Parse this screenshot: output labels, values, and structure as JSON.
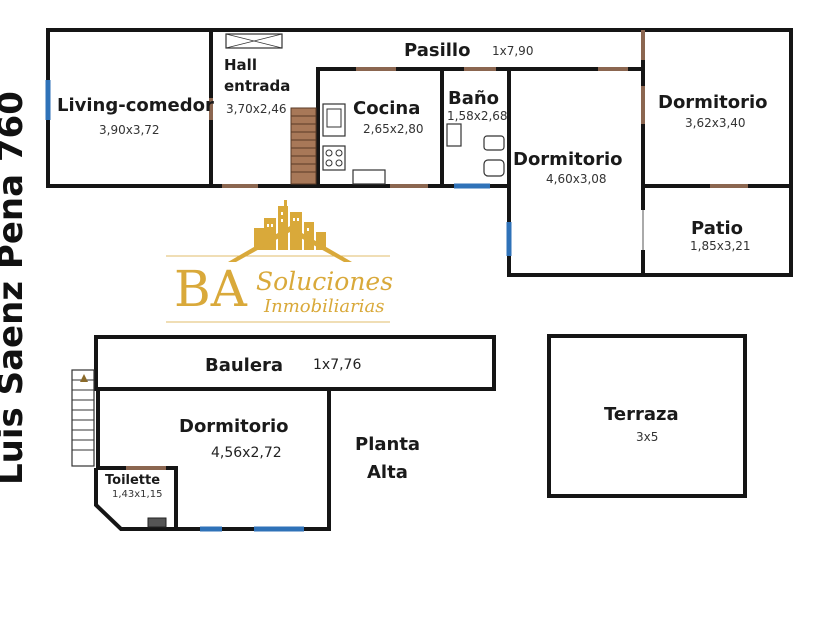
{
  "street_label": "Luis Saenz Pena 760",
  "logo": {
    "initials": "BA",
    "line1": "Soluciones",
    "line2": "Inmobiliarias"
  },
  "rooms": {
    "living": {
      "name": "Living-comedor",
      "dims": "3,90x3,72"
    },
    "hall": {
      "name_line1": "Hall",
      "name_line2": "entrada",
      "dims": "3,70x2,46"
    },
    "pasillo": {
      "name": "Pasillo",
      "dims": "1x7,90"
    },
    "cocina": {
      "name": "Cocina",
      "dims": "2,65x2,80"
    },
    "bano": {
      "name": "Baño",
      "dims": "1,58x2,68"
    },
    "dormitorio_center": {
      "name": "Dormitorio",
      "dims": "4,60x3,08"
    },
    "dormitorio_right": {
      "name": "Dormitorio",
      "dims": "3,62x3,40"
    },
    "patio": {
      "name": "Patio",
      "dims": "1,85x3,21"
    },
    "baulera": {
      "name": "Baulera",
      "dims": "1x7,76"
    },
    "dormitorio_alta": {
      "name": "Dormitorio",
      "dims": "4,56x2,72"
    },
    "toilette": {
      "name": "Toilette",
      "dims": "1,43x1,15"
    },
    "terraza": {
      "name": "Terraza",
      "dims": "3x5"
    }
  },
  "planta_alta": {
    "line1": "Planta",
    "line2": "Alta"
  },
  "colors": {
    "wall": "#151515",
    "door": "#8b6650",
    "window": "#2f72b8",
    "logo_gold": "#d9a93a"
  }
}
